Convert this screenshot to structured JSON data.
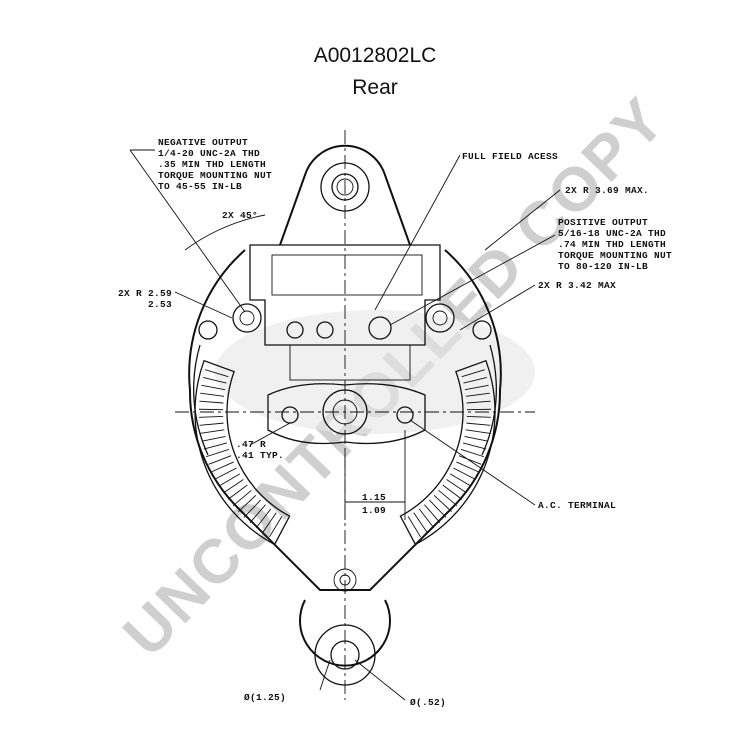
{
  "title": "A0012802LC",
  "subtitle": "Rear",
  "watermark": "UNCONTROLLED COPY",
  "labels": {
    "negative_output": [
      "NEGATIVE OUTPUT",
      "1/4-20 UNC-2A THD",
      ".35 MIN THD LENGTH",
      "TORQUE MOUNTING NUT",
      "TO 45-55 IN-LB"
    ],
    "full_field_access": "FULL FIELD ACESS",
    "radius_top": "2X R 3.69 MAX.",
    "positive_output": [
      "POSITIVE OUTPUT",
      "5/16-18 UNC-2A THD",
      ".74 MIN THD LENGTH",
      "TORQUE MOUNTING NUT",
      "TO 80-120 IN-LB"
    ],
    "angle": "2X 45°",
    "radius_left": [
      "2X R 2.59",
      "2.53"
    ],
    "radius_right": "2X R 3.42 MAX",
    "radius_small": [
      ".47 R",
      ".41 TYP."
    ],
    "spacing": [
      "1.15",
      "1.09"
    ],
    "ac_terminal": "A.C. TERMINAL",
    "dia_large": "Ø(1.25)",
    "dia_small": "Ø(.52)"
  }
}
